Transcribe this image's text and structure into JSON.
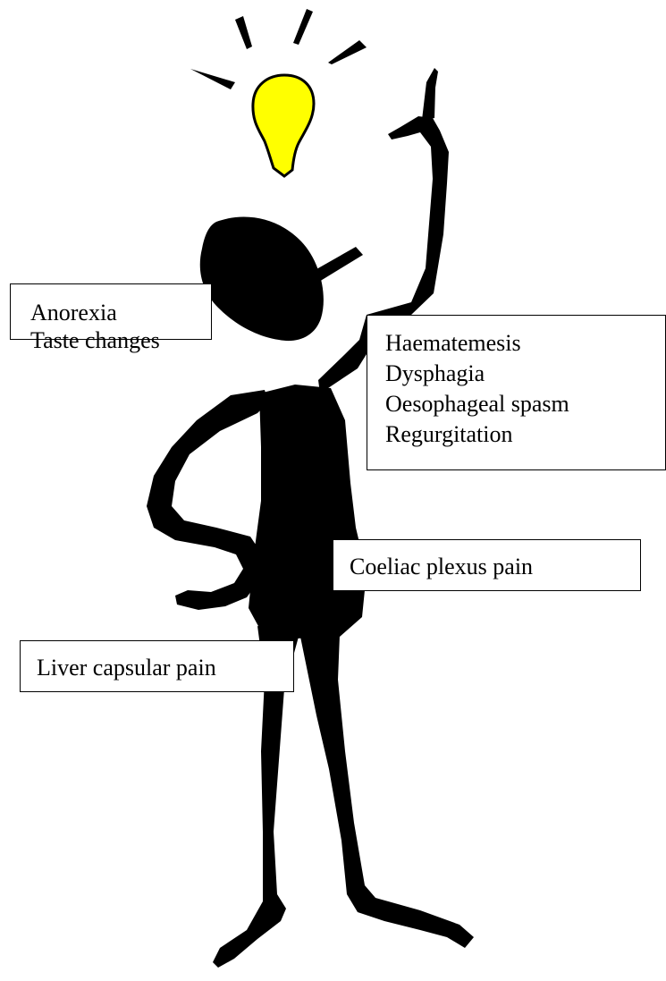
{
  "colors": {
    "figure": "#000000",
    "bulb": "#ffff00",
    "box_border": "#000000",
    "box_fill": "#ffffff"
  },
  "icons": {
    "figure": "thinking-stick-figure-icon",
    "bulb": "lightbulb-icon"
  },
  "labels": {
    "mouth": [
      "Anorexia",
      "Taste changes"
    ],
    "oesophagus": [
      "Haematemesis",
      "Dysphagia",
      "Oesophageal spasm",
      "Regurgitation"
    ],
    "coeliac": "Coeliac plexus pain",
    "liver": "Liver capsular pain"
  }
}
